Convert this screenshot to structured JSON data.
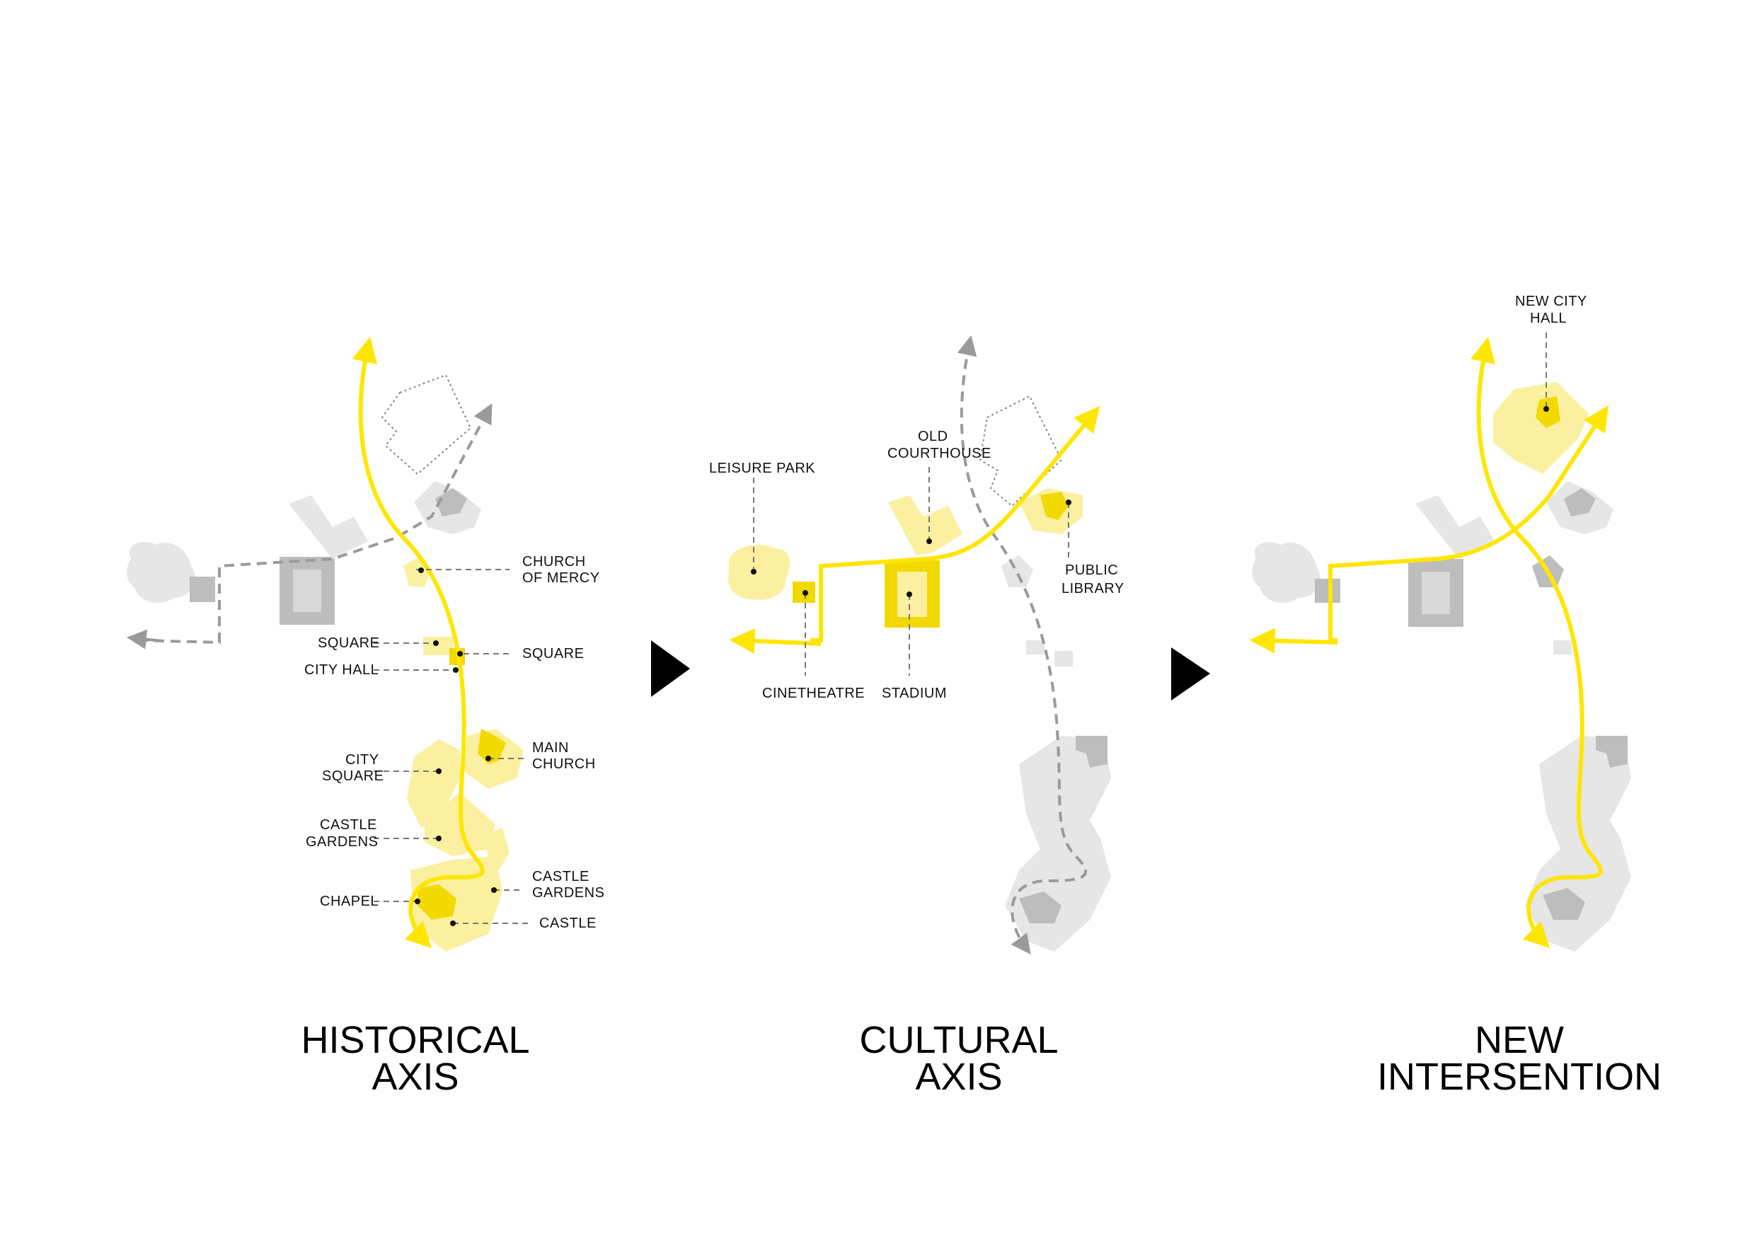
{
  "colors": {
    "axis_yellow": "#ffe600",
    "zone_light_yellow": "#fbf0a0",
    "building_yellow": "#f2d900",
    "grey_area": "#e6e6e6",
    "grey_building": "#bdbdbd",
    "dashed_grey": "#9a9a9a",
    "leader_line": "#777777",
    "arrow_black": "#000000"
  },
  "panels": {
    "historical": {
      "title_line1": "HISTORICAL",
      "title_line2": "AXIS",
      "labels": {
        "church_of_mercy_1": "CHURCH",
        "church_of_mercy_2": "OF MERCY",
        "square_left": "SQUARE",
        "square_right": "SQUARE",
        "city_hall": "CITY HALL",
        "city_square_1": "CITY",
        "city_square_2": "SQUARE",
        "main_church_1": "MAIN",
        "main_church_2": "CHURCH",
        "castle_gardens_left_1": "CASTLE",
        "castle_gardens_left_2": "GARDENS",
        "castle_gardens_right_1": "CASTLE",
        "castle_gardens_right_2": "GARDENS",
        "chapel": "CHAPEL",
        "castle": "CASTLE"
      }
    },
    "cultural": {
      "title_line1": "CULTURAL",
      "title_line2": "AXIS",
      "labels": {
        "leisure_park": "LEISURE PARK",
        "old_courthouse_1": "OLD",
        "old_courthouse_2": "COURTHOUSE",
        "public_library_1": "PUBLIC",
        "public_library_2": "LIBRARY",
        "cinetheatre": "CINETHEATRE",
        "stadium": "STADIUM"
      }
    },
    "intersection": {
      "title_line1": "NEW",
      "title_line2": "INTERSENTION",
      "labels": {
        "new_city_hall_1": "NEW CITY",
        "new_city_hall_2": "HALL"
      }
    }
  },
  "separators": [
    "play-arrow",
    "play-arrow"
  ]
}
